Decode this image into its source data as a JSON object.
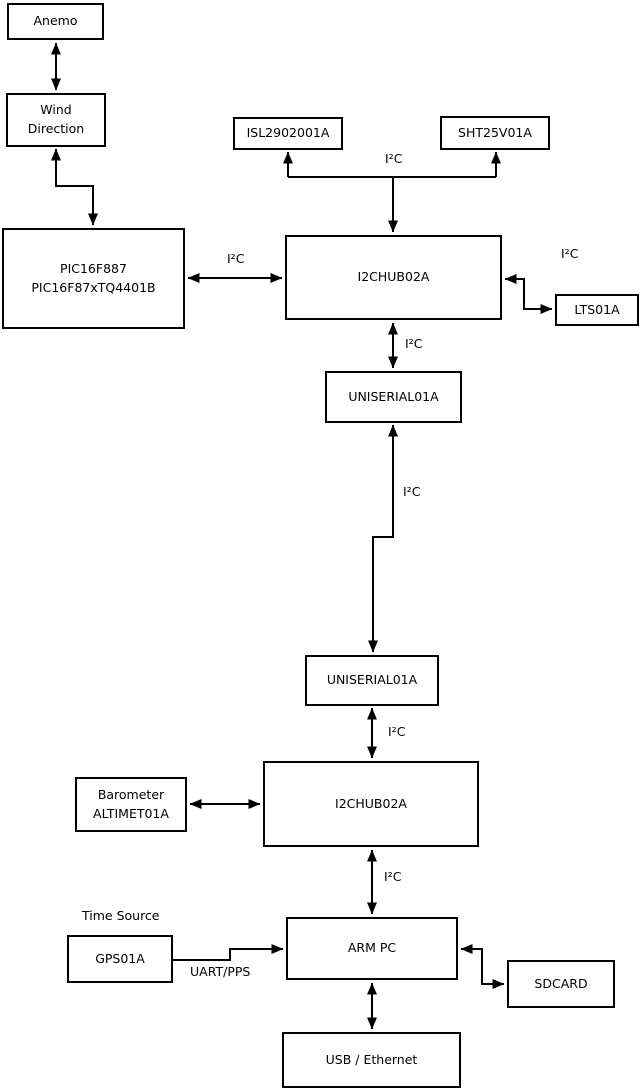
{
  "diagram": {
    "nodes": {
      "anemo": {
        "label": "Anemo"
      },
      "wind_direction": {
        "label": "Wind\nDirection"
      },
      "pic": {
        "label": "PIC16F887\nPIC16F87xTQ4401B"
      },
      "isl": {
        "label": "ISL2902001A"
      },
      "sht": {
        "label": "SHT25V01A"
      },
      "hub1": {
        "label": "I2CHUB02A"
      },
      "lts": {
        "label": "LTS01A"
      },
      "uniserial_top": {
        "label": "UNISERIAL01A"
      },
      "uniserial_bottom": {
        "label": "UNISERIAL01A"
      },
      "hub2": {
        "label": "I2CHUB02A"
      },
      "barometer": {
        "label": "Barometer\nALTIMET01A"
      },
      "gps": {
        "label": "GPS01A"
      },
      "arm_pc": {
        "label": "ARM PC"
      },
      "sdcard": {
        "label": "SDCARD"
      },
      "usb_ethernet": {
        "label": "USB / Ethernet"
      }
    },
    "edge_labels": {
      "top_bus": "I²C",
      "pic_hub1": "I²C",
      "hub1_lts": "I²C",
      "hub1_uniserial": "I²C",
      "uniserial_link": "I²C",
      "uniserial_hub2": "I²C",
      "hub2_arm": "I²C",
      "uart_pps": "UART/PPS"
    },
    "annotations": {
      "time_source": "Time Source"
    },
    "connections": [
      {
        "from": "anemo",
        "to": "wind_direction",
        "bidirectional": true,
        "label": ""
      },
      {
        "from": "wind_direction",
        "to": "pic",
        "bidirectional": true,
        "label": ""
      },
      {
        "from": "pic",
        "to": "hub1",
        "bidirectional": true,
        "label": "I²C"
      },
      {
        "from": "hub1",
        "to": "isl",
        "bidirectional": false,
        "label": "I²C"
      },
      {
        "from": "hub1",
        "to": "sht",
        "bidirectional": false,
        "label": "I²C"
      },
      {
        "from": "hub1",
        "to": "lts",
        "bidirectional": true,
        "label": "I²C"
      },
      {
        "from": "hub1",
        "to": "uniserial_top",
        "bidirectional": true,
        "label": "I²C"
      },
      {
        "from": "uniserial_top",
        "to": "uniserial_bottom",
        "bidirectional": true,
        "label": "I²C"
      },
      {
        "from": "uniserial_bottom",
        "to": "hub2",
        "bidirectional": true,
        "label": "I²C"
      },
      {
        "from": "barometer",
        "to": "hub2",
        "bidirectional": true,
        "label": "I²C"
      },
      {
        "from": "hub2",
        "to": "arm_pc",
        "bidirectional": true,
        "label": "I²C"
      },
      {
        "from": "gps",
        "to": "arm_pc",
        "bidirectional": false,
        "label": "UART/PPS"
      },
      {
        "from": "arm_pc",
        "to": "sdcard",
        "bidirectional": true,
        "label": ""
      },
      {
        "from": "arm_pc",
        "to": "usb_ethernet",
        "bidirectional": true,
        "label": ""
      }
    ],
    "colors": {
      "background": "#ffffff",
      "line": "#000000",
      "box_border": "#000000",
      "box_fill": "#ffffff",
      "text": "#000000"
    }
  }
}
